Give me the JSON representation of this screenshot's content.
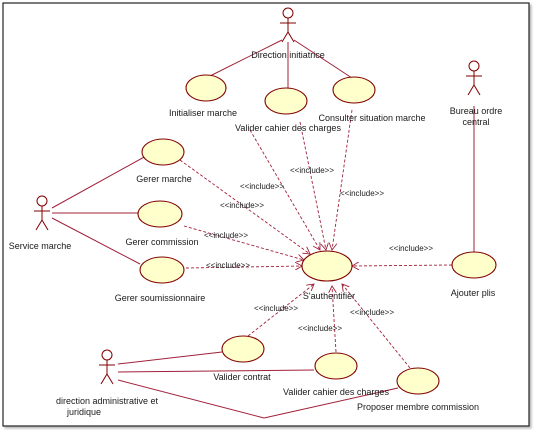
{
  "actors": {
    "direction": "Direction initiatrice",
    "service": "Service marche",
    "bureau_line1": "Bureau ordre",
    "bureau_line2": "central",
    "dir_admin_line1": "direction administrative et",
    "dir_admin_line2": "juridique"
  },
  "use_cases": {
    "initialiser": "Initialiser marche",
    "valider_cahier_top": "Valider cahier des charges",
    "consulter": "Consulter situation marche",
    "gerer_marche": "Gerer marche",
    "gerer_commission": "Gerer commission",
    "gerer_soumissionnaire": "Gerer soumissionnaire",
    "sauthentifier": "S'authentifier",
    "ajouter_plis": "Ajouter plis",
    "valider_contrat": "Valider contrat",
    "valider_cahier_bottom": "Valider cahier des charges",
    "proposer_membre": "Proposer membre commission"
  },
  "stereotype": "<<include>>",
  "colors": {
    "usecase_fill": "#ffffcc",
    "outline": "#800000",
    "association": "#a0203a",
    "dependency": "#a0203a"
  }
}
